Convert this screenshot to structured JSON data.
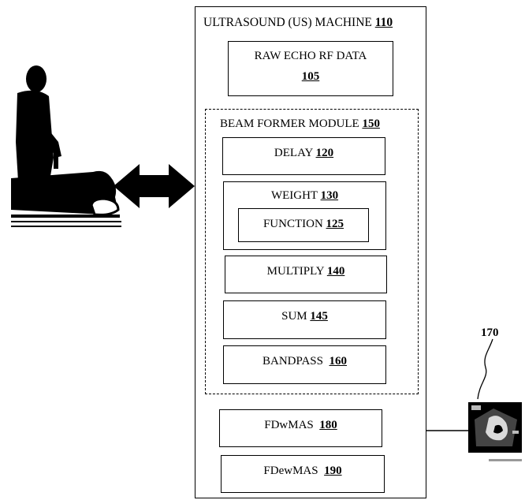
{
  "machine": {
    "title": "ULTRASOUND (US) MACHINE",
    "ref": "110"
  },
  "raw_echo": {
    "line1": "RAW ECHO RF DATA",
    "ref": "105"
  },
  "beam_former": {
    "title": "BEAM FORMER MODULE",
    "ref": "150"
  },
  "delay": {
    "label": "DELAY",
    "ref": "120"
  },
  "weight": {
    "label": "WEIGHT",
    "ref": "130"
  },
  "function": {
    "label": "FUNCTION",
    "ref": "125"
  },
  "multiply": {
    "label": "MULTIPLY",
    "ref": "140"
  },
  "sum": {
    "label": "SUM",
    "ref": "145"
  },
  "bandpass": {
    "label": "BANDPASS",
    "ref": "160"
  },
  "fdwmas": {
    "label": "FDwMAS",
    "ref": "180"
  },
  "fdewmas": {
    "label": "FDewMAS",
    "ref": "190"
  },
  "display": {
    "ref": "170"
  }
}
